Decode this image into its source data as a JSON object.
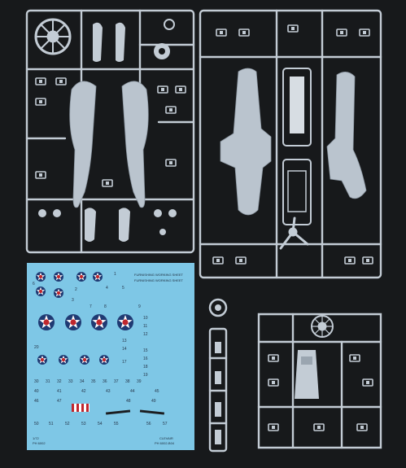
{
  "decal_sheet": {
    "title_line_1": "FURNISHING WORKING SHEET",
    "title_line_2": "FURNISHING WORKING SHEET",
    "scale": "1/72",
    "code_left": "PH 6002",
    "brand": "CLEVAIR",
    "code_right": "PH 6002-B04",
    "numbers": [
      "1",
      "2",
      "3",
      "4",
      "5",
      "6",
      "7",
      "8",
      "9",
      "10",
      "11",
      "12",
      "13",
      "14",
      "15",
      "16",
      "17",
      "18",
      "19",
      "20",
      "30",
      "31",
      "32",
      "33",
      "34",
      "35",
      "36",
      "37",
      "38",
      "39",
      "40",
      "41",
      "42",
      "43",
      "44",
      "45",
      "46",
      "47",
      "48",
      "49",
      "50",
      "51",
      "52",
      "53",
      "54",
      "55",
      "56",
      "57"
    ]
  },
  "colors": {
    "background": "#17191b",
    "sprue_plastic": "#c3ccd5",
    "decal_paper": "#7ec7e6",
    "roundel_blue": "#1f3a73",
    "roundel_red": "#c0272d"
  }
}
